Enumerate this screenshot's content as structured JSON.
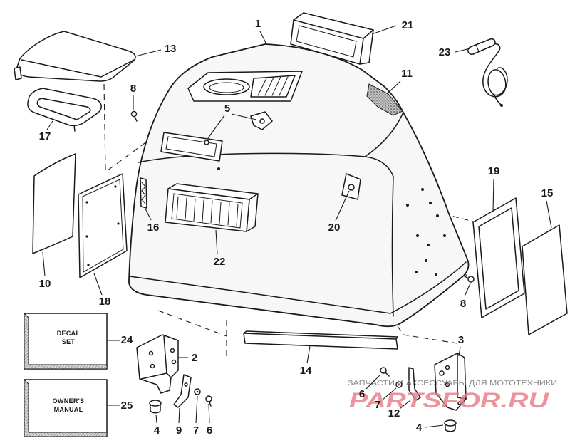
{
  "callouts": [
    "1",
    "21",
    "23",
    "13",
    "11",
    "8",
    "5",
    "17",
    "19",
    "15",
    "20",
    "16",
    "22",
    "10",
    "18",
    "8",
    "3",
    "24",
    "2",
    "14",
    "6",
    "7",
    "12",
    "25",
    "4",
    "9",
    "7",
    "6",
    "4"
  ],
  "boxes": {
    "decal": {
      "line1": "DECAL",
      "line2": "SET"
    },
    "manual": {
      "line1": "OWNER'S",
      "line2": "MANUAL"
    }
  },
  "watermark": {
    "tagline": "ЗАПЧАСТИ И АКСЕССУАРЫ ДЛЯ МОТОТЕХНИКИ",
    "brand": "PARTSFOR.RU"
  },
  "colors": {
    "ink": "#1a1a1a",
    "paper": "#ffffff",
    "watermark_brand": "#e57a84",
    "watermark_tagline": "#8a8a8a"
  }
}
